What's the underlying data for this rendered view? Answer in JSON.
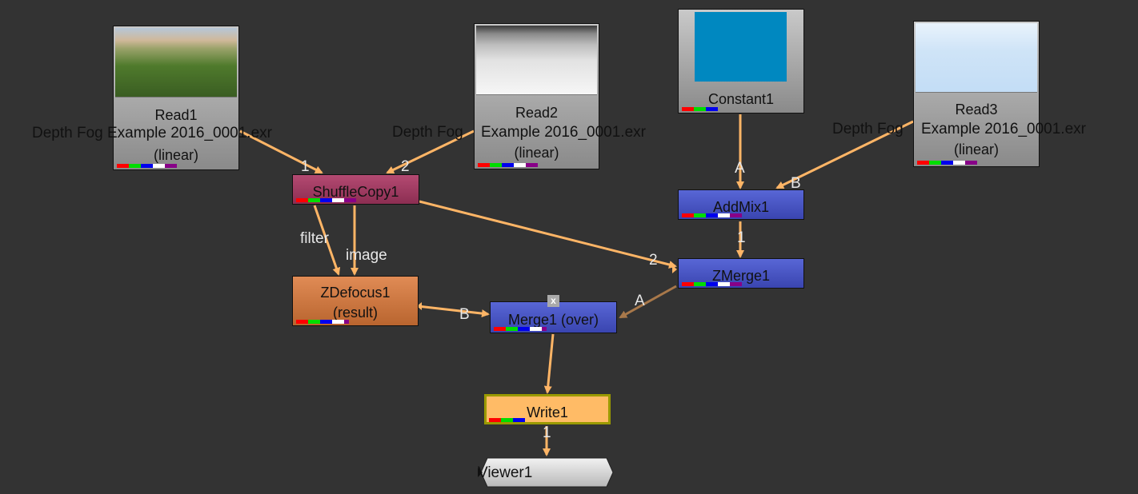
{
  "nodes": {
    "read1": {
      "name": "Read1",
      "file_text": "Depth Fog Example 2016_0001.exr",
      "colorspace": "(linear)"
    },
    "read2": {
      "name": "Read2",
      "file_text_left": "Depth Fog",
      "file_text_right": "Example 2016_0001.exr",
      "colorspace": "(linear)"
    },
    "constant1": {
      "name": "Constant1",
      "swatch_color": "#0088c0"
    },
    "read3": {
      "name": "Read3",
      "file_text_left": "Depth Fog",
      "file_text_right": "Example 2016_0001.exr",
      "colorspace": "(linear)"
    },
    "shufflecopy1": {
      "name": "ShuffleCopy1",
      "color": "#a33c62"
    },
    "addmix1": {
      "name": "AddMix1",
      "color": "#4753c4"
    },
    "zmerge1": {
      "name": "ZMerge1",
      "color": "#4753c4"
    },
    "zdefocus1": {
      "name": "ZDefocus1",
      "sub": "(result)",
      "color": "#d37b45"
    },
    "merge1": {
      "name": "Merge1 (over)",
      "color": "#4753c4",
      "close_glyph": "x"
    },
    "write1": {
      "name": "Write1",
      "color": "#ffbb66"
    },
    "viewer1": {
      "name": "Viewer1"
    }
  },
  "wire_labels": {
    "read1_to_shuffle": "1",
    "read2_to_shuffle": "2",
    "filter": "filter",
    "image": "image",
    "constant_to_addmix": "A",
    "read3_to_addmix": "B",
    "addmix_to_zmerge": "1",
    "shuffle_to_zmerge": "2",
    "zmerge_to_merge": "A",
    "zdefocus_to_merge": "B",
    "write_to_viewer": "1"
  },
  "colors": {
    "background": "#333333",
    "wire": "#ffb566",
    "wire_dim": "#a8784a"
  }
}
